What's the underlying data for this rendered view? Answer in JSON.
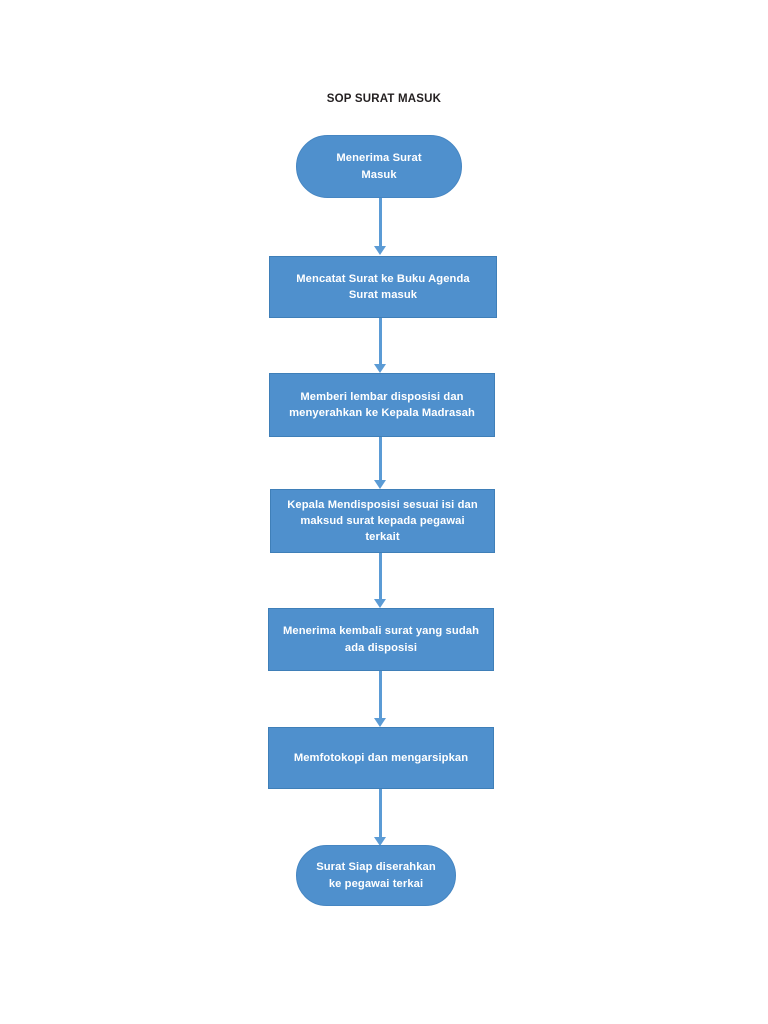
{
  "diagram": {
    "title": "SOP SURAT MASUK",
    "background_color": "#FFFFFF",
    "node_fill_color": "#4F90CD",
    "node_border_color": "#3F7FB8",
    "node_text_color": "#FFFFFF",
    "connector_color": "#5B9BD5",
    "title_color": "#231F20",
    "orientation": "top-to-bottom",
    "node_count": 7,
    "connector_count": 6,
    "nodes": [
      {
        "id": "node-1",
        "shape": "terminator",
        "label": "Menerima Surat\nMasuk",
        "step": 1
      },
      {
        "id": "node-2",
        "shape": "process",
        "label": "Mencatat Surat ke Buku Agenda\nSurat masuk",
        "step": 2
      },
      {
        "id": "node-3",
        "shape": "process",
        "label": "Memberi lembar disposisi dan\nmenyerahkan ke Kepala Madrasah",
        "step": 3
      },
      {
        "id": "node-4",
        "shape": "process",
        "label": "Kepala Mendisposisi sesuai isi dan\nmaksud surat kepada pegawai\nterkait",
        "step": 4
      },
      {
        "id": "node-5",
        "shape": "process",
        "label": "Menerima kembali surat yang sudah\nada disposisi",
        "step": 5
      },
      {
        "id": "node-6",
        "shape": "process",
        "label": "Memfotokopi dan mengarsipkan",
        "step": 6
      },
      {
        "id": "node-7",
        "shape": "terminator",
        "label": "Surat Siap diserahkan\nke pegawai terkai",
        "step": 7
      }
    ],
    "connectors": [
      {
        "id": "connector-1",
        "from": "node-1",
        "to": "node-2",
        "arrow": "down"
      },
      {
        "id": "connector-2",
        "from": "node-2",
        "to": "node-3",
        "arrow": "down"
      },
      {
        "id": "connector-3",
        "from": "node-3",
        "to": "node-4",
        "arrow": "down"
      },
      {
        "id": "connector-4",
        "from": "node-4",
        "to": "node-5",
        "arrow": "down"
      },
      {
        "id": "connector-5",
        "from": "node-5",
        "to": "node-6",
        "arrow": "down"
      },
      {
        "id": "connector-6",
        "from": "node-6",
        "to": "node-7",
        "arrow": "down"
      }
    ]
  }
}
